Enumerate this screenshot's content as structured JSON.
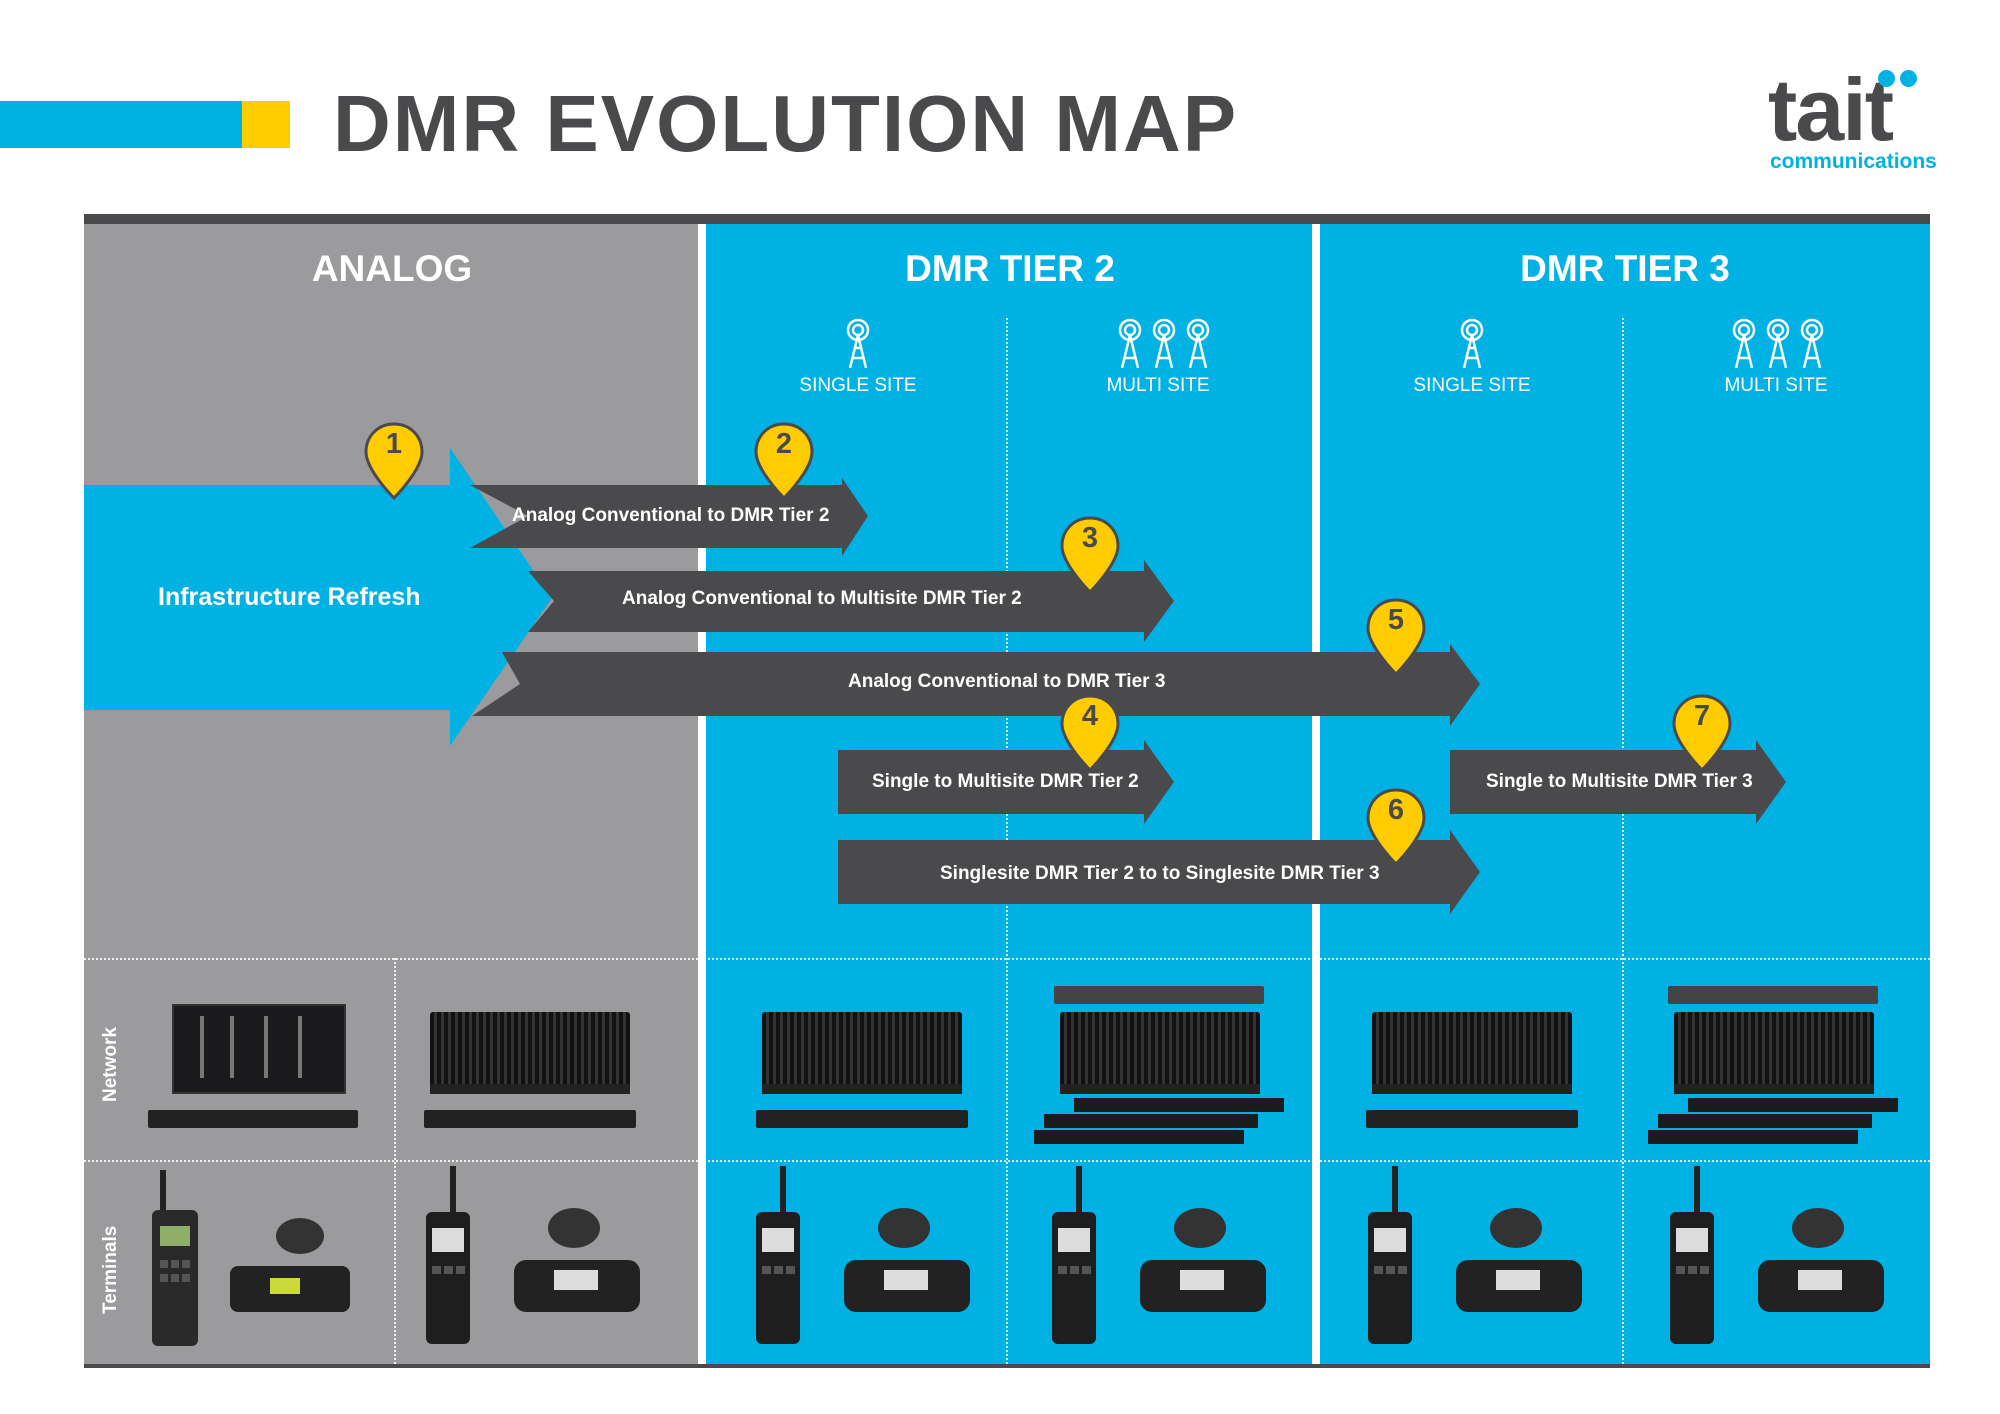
{
  "title": "DMR EVOLUTION MAP",
  "logo": {
    "word": "tait",
    "sub": "communications"
  },
  "colors": {
    "accent_blue": "#00b2e3",
    "accent_yellow": "#ffcc00",
    "dark": "#4a4a4d",
    "analog_gray": "#9b9b9e"
  },
  "columns": [
    {
      "title": "ANALOG"
    },
    {
      "title": "DMR TIER 2",
      "sites": [
        "SINGLE SITE",
        "MULTI SITE"
      ]
    },
    {
      "title": "DMR TIER 3",
      "sites": [
        "SINGLE SITE",
        "MULTI SITE"
      ]
    }
  ],
  "infrastructure_label": "Infrastructure Refresh",
  "migrations": [
    {
      "id": "1",
      "label": ""
    },
    {
      "id": "2",
      "label": "Analog Conventional to DMR Tier 2"
    },
    {
      "id": "3",
      "label": "Analog Conventional to Multisite DMR Tier 2"
    },
    {
      "id": "5",
      "label": "Analog Conventional to DMR Tier 3"
    },
    {
      "id": "4",
      "label": "Single to Multisite DMR Tier 2"
    },
    {
      "id": "6",
      "label": "Singlesite DMR Tier 2 to to Singlesite DMR Tier 3"
    },
    {
      "id": "7",
      "label": "Single to Multisite DMR Tier 3"
    }
  ],
  "rows": {
    "network": "Network",
    "terminals": "Terminals"
  },
  "icons": [
    "tower-icon",
    "repeater-icon",
    "server-icon",
    "portable-radio-icon",
    "mobile-radio-icon",
    "map-pin-icon"
  ]
}
